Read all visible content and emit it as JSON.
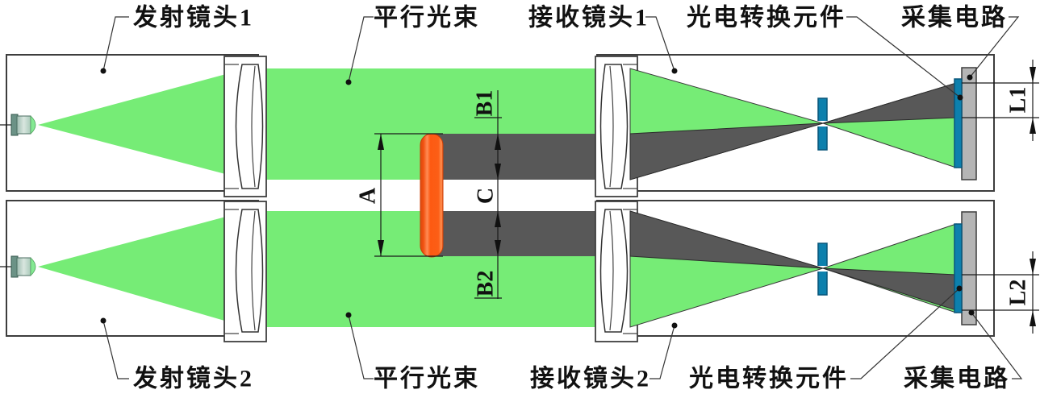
{
  "labels": {
    "top": {
      "transmitter": "发射镜头1",
      "beam": "平行光束",
      "receiver": "接收镜头1",
      "photo": "光电转换元件",
      "circuit": "采集电路"
    },
    "bottom": {
      "transmitter": "发射镜头2",
      "beam": "平行光束",
      "receiver": "接收镜头2",
      "photo": "光电转换元件",
      "circuit": "采集电路"
    }
  },
  "dims": {
    "a": "A",
    "b1": "B1",
    "c": "C",
    "b2": "B2",
    "l1": "L1",
    "l2": "L2"
  },
  "colors": {
    "beam_green": "#76ec76",
    "shadow_gray": "#585858",
    "object_orange": "#fd5a12",
    "sensor_blue": "#0d80ad",
    "board_gray": "#b5b5b5",
    "line_dark": "#3d3d3d"
  }
}
